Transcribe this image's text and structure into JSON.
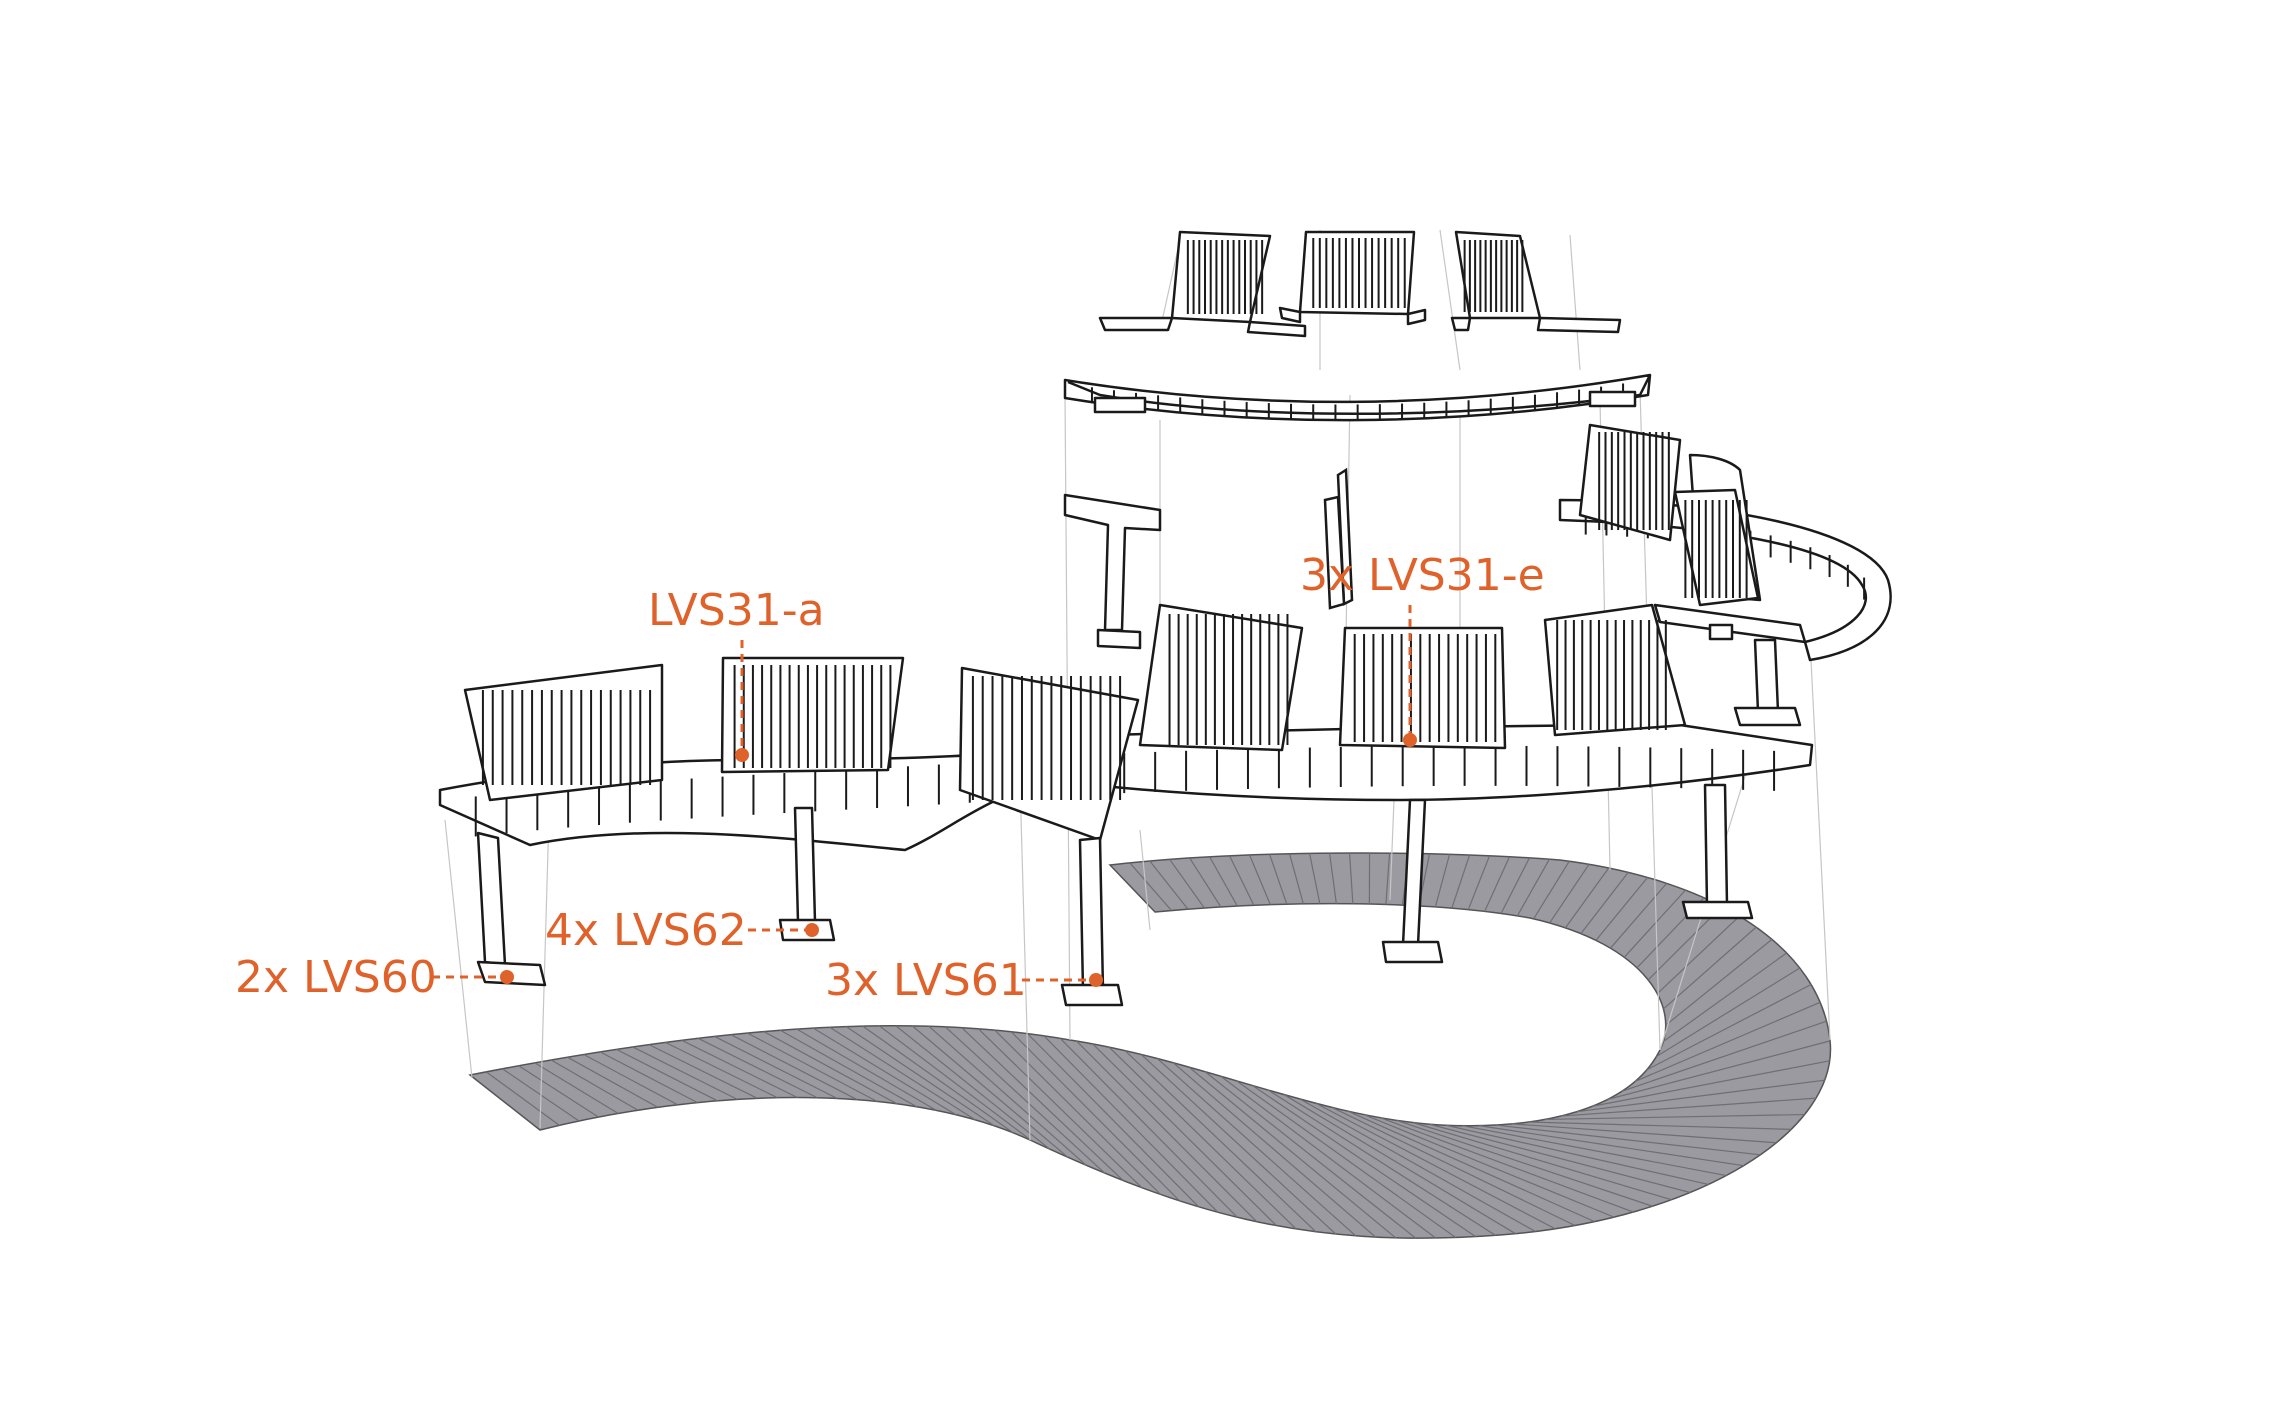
{
  "colors": {
    "callout": "#e0622b",
    "outline": "#1a1a1a",
    "floor": "#9b9aa0",
    "guide": "#c6c6c6",
    "background": "#ffffff"
  },
  "callouts": {
    "lvs31a": "LVS31-a",
    "lvs31e": "3x LVS31-e",
    "lvs62": "4x LVS62",
    "lvs60": "2x LVS60",
    "lvs61": "3x LVS61"
  }
}
